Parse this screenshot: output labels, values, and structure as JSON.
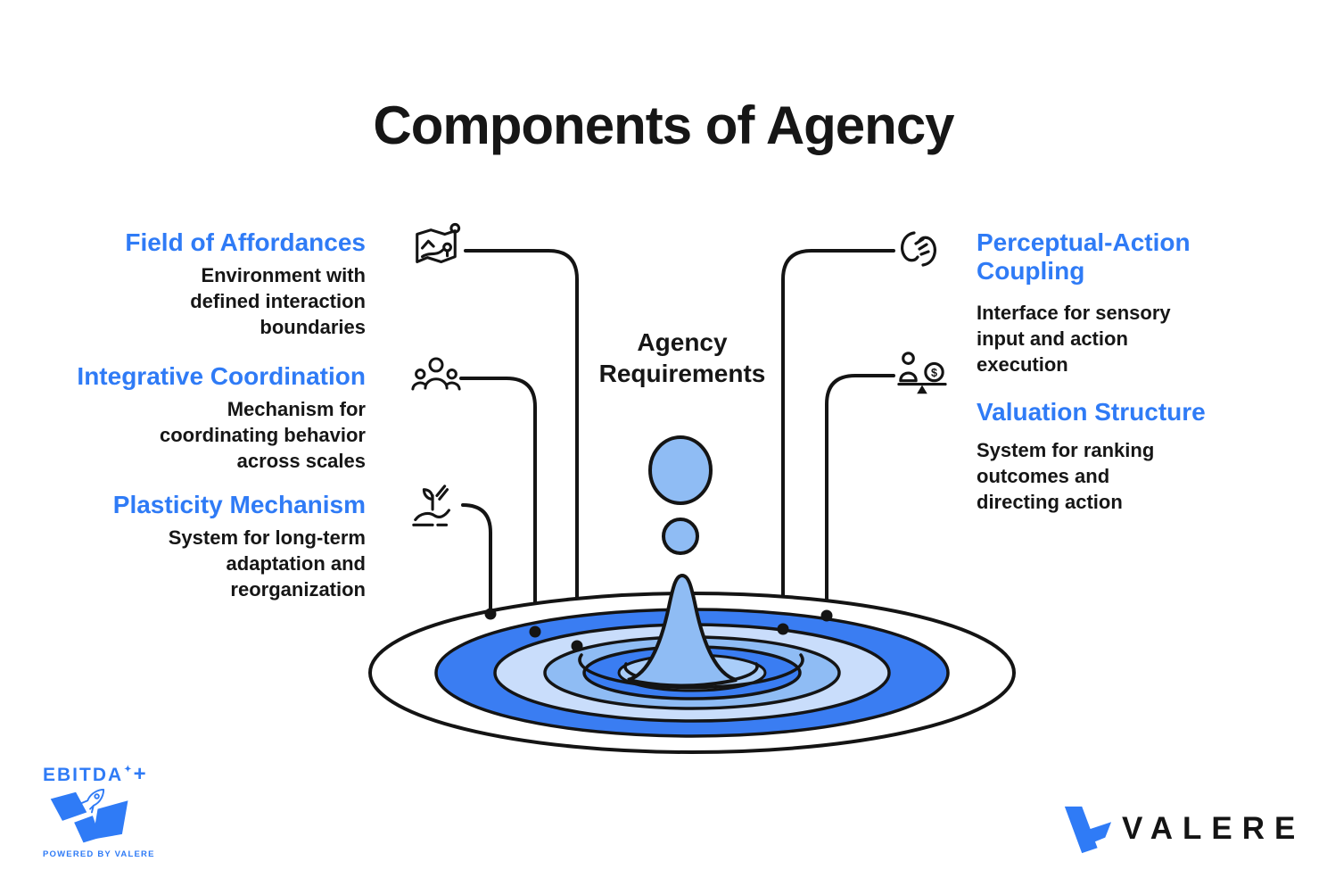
{
  "title": "Components of Agency",
  "center_label": "Agency Requirements",
  "left_items": [
    {
      "heading": "Field of Affordances",
      "description": "Environment with defined interaction boundaries",
      "icon": "map-pin-icon"
    },
    {
      "heading": "Integrative Coordination",
      "description": "Mechanism for coordinating behavior across scales",
      "icon": "people-group-icon"
    },
    {
      "heading": "Plasticity Mechanism",
      "description": "System for long-term adaptation and reorganization",
      "icon": "hand-sprout-icon"
    }
  ],
  "right_items": [
    {
      "heading": "Perceptual-Action Coupling",
      "description": "Interface for sensory input and action execution",
      "icon": "coupled-hands-icon"
    },
    {
      "heading": "Valuation Structure",
      "description": "System for ranking outcomes and directing action",
      "icon": "person-balance-icon"
    }
  ],
  "icons": {
    "coin_symbol": "$",
    "sparkle_glyph": "✦",
    "plus_glyph": "+"
  },
  "footer": {
    "ebitda_label": "EBITDA",
    "powered_by": "POWERED BY VALERE",
    "brand": "VALERE"
  },
  "colors": {
    "accent_blue": "#2f7bf6",
    "text_dark": "#161616",
    "ripple_strong_blue": "#3a7df2",
    "ripple_light_blue": "#c9ddfb",
    "ripple_medium_blue": "#8fbcf4",
    "ripple_inner_blue": "#a9cdf9",
    "droplet_blue": "#8fbcf4"
  }
}
